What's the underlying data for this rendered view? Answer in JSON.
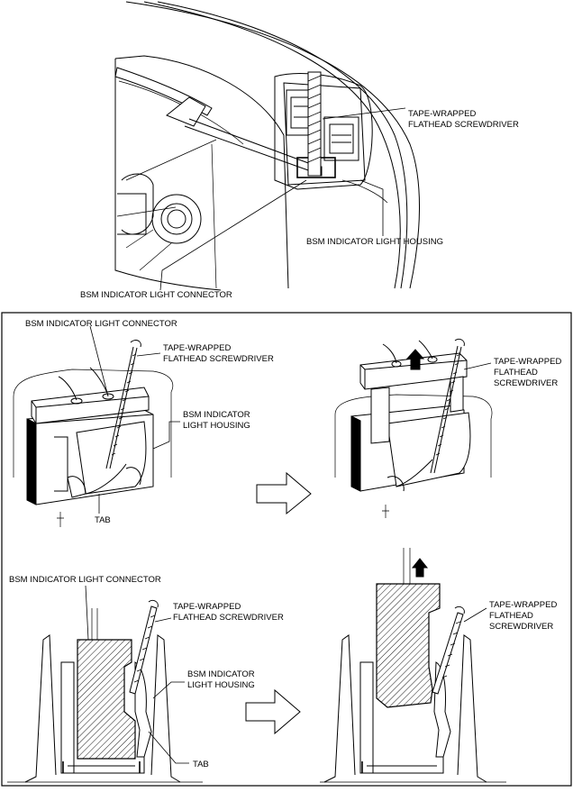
{
  "overview": {
    "label_screwdriver": [
      "TAPE-WRAPPED",
      "FLATHEAD SCREWDRIVER"
    ],
    "label_housing": "BSM INDICATOR LIGHT HOUSING",
    "label_connector": "BSM INDICATOR LIGHT CONNECTOR"
  },
  "detail_3d": {
    "before": {
      "label_connector": "BSM INDICATOR LIGHT CONNECTOR",
      "label_screwdriver": [
        "TAPE-WRAPPED",
        "FLATHEAD SCREWDRIVER"
      ],
      "label_housing": [
        "BSM INDICATOR",
        "LIGHT HOUSING"
      ],
      "label_tab": "TAB"
    },
    "after": {
      "label_screwdriver": [
        "TAPE-WRAPPED",
        "FLATHEAD",
        "SCREWDRIVER"
      ]
    }
  },
  "detail_section": {
    "before": {
      "label_connector": "BSM INDICATOR LIGHT CONNECTOR",
      "label_screwdriver": [
        "TAPE-WRAPPED",
        "FLATHEAD SCREWDRIVER"
      ],
      "label_housing": [
        "BSM INDICATOR",
        "LIGHT HOUSING"
      ],
      "label_tab": "TAB"
    },
    "after": {
      "label_screwdriver": [
        "TAPE-WRAPPED",
        "FLATHEAD",
        "SCREWDRIVER"
      ]
    }
  }
}
